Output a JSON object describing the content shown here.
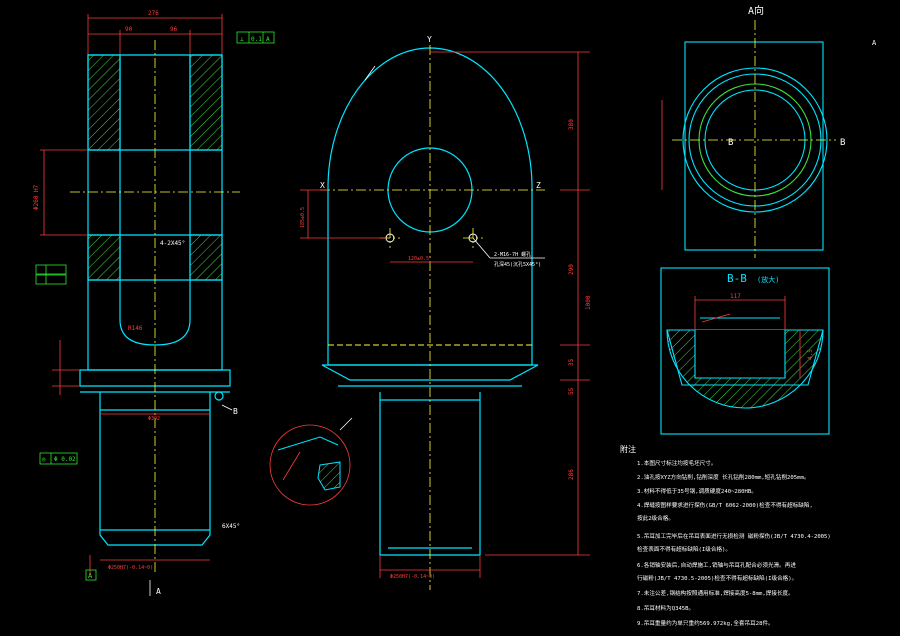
{
  "colors": {
    "background": "#000000",
    "outline": "#00e5ff",
    "hatch": "#3cdc3c",
    "centerline": "#ffff33",
    "dimension": "#ff3b3b",
    "note_text": "#ffffff",
    "annotation": "#2ee82e"
  },
  "views": {
    "a_view_label": "A向",
    "section_title": "B-B",
    "section_suffix": "(放大)",
    "b_left": "B",
    "b_right": "B",
    "axis_x": "X",
    "axis_y": "Y",
    "axis_z": "Z",
    "arrow_a": "A",
    "arrow_b": "B",
    "corner_mark": "A",
    "datum_a": "A"
  },
  "dimensions": {
    "top_width": "276",
    "inner_width_left": "90",
    "inner_width_right": "96",
    "tolerance_frame": [
      "⊥",
      "0.1",
      "A"
    ],
    "left_vertical": "Φ260 H7",
    "chamfer_left": "4-2X45°",
    "radius_inner": "R146",
    "shaft_dia_left": "Φ392",
    "bottom_left": "Φ250H7(-0.14~0)",
    "bottom_right": "Φ250H7(-0.14~0)",
    "hole_spacing": "120±0.5",
    "tapped_holes": [
      "2-M16-7H 螺孔",
      "孔深45(沉孔5X45°)"
    ],
    "chamfer_bottom": "6X45°",
    "datum_frame": [
      "◎",
      "Φ 0.02"
    ],
    "section_width": "117",
    "section_height": "4.5",
    "height_total": "1000",
    "height_upper": "380",
    "height_mid": "290",
    "height_low1": "35",
    "height_low2": "55",
    "height_shaft": "286",
    "side_left": "185±0.5"
  },
  "notes": {
    "heading": "附注",
    "items": [
      "1.本图尺寸标注均按毛坯尺寸。",
      "2.油孔按XYZ方向钻削,钻削深度 长孔钻削280mm,短孔钻削205mm。",
      "3.材料不得低于35号钢,调质硬度240~280HB。",
      "4.焊缝按图样要求进行探伤(GB/T 6062-2000)检查不得有超标缺陷,",
      "  按此2级合格。",
      "5.吊耳加工完毕后在吊耳表面进行无损检测 磁粉探伤(JB/T 4730.4-2005)",
      "  检查表面不得有超标缺陷(I级合格)。",
      "6.各销轴安装后,自动焊施工,销轴与吊耳孔配合必须光滑。再进",
      "  行磁粉(JB/T 4730.5-2005)检查不得有超标缺陷(I级合格)。",
      "7.未注公差,钢结构按照通用标准,焊接高度5-8mm,焊接长度。",
      "8.吊耳材料为Q345B。",
      "9.吊耳重量约为单只重约569.972kg,全套吊耳28件。"
    ]
  }
}
